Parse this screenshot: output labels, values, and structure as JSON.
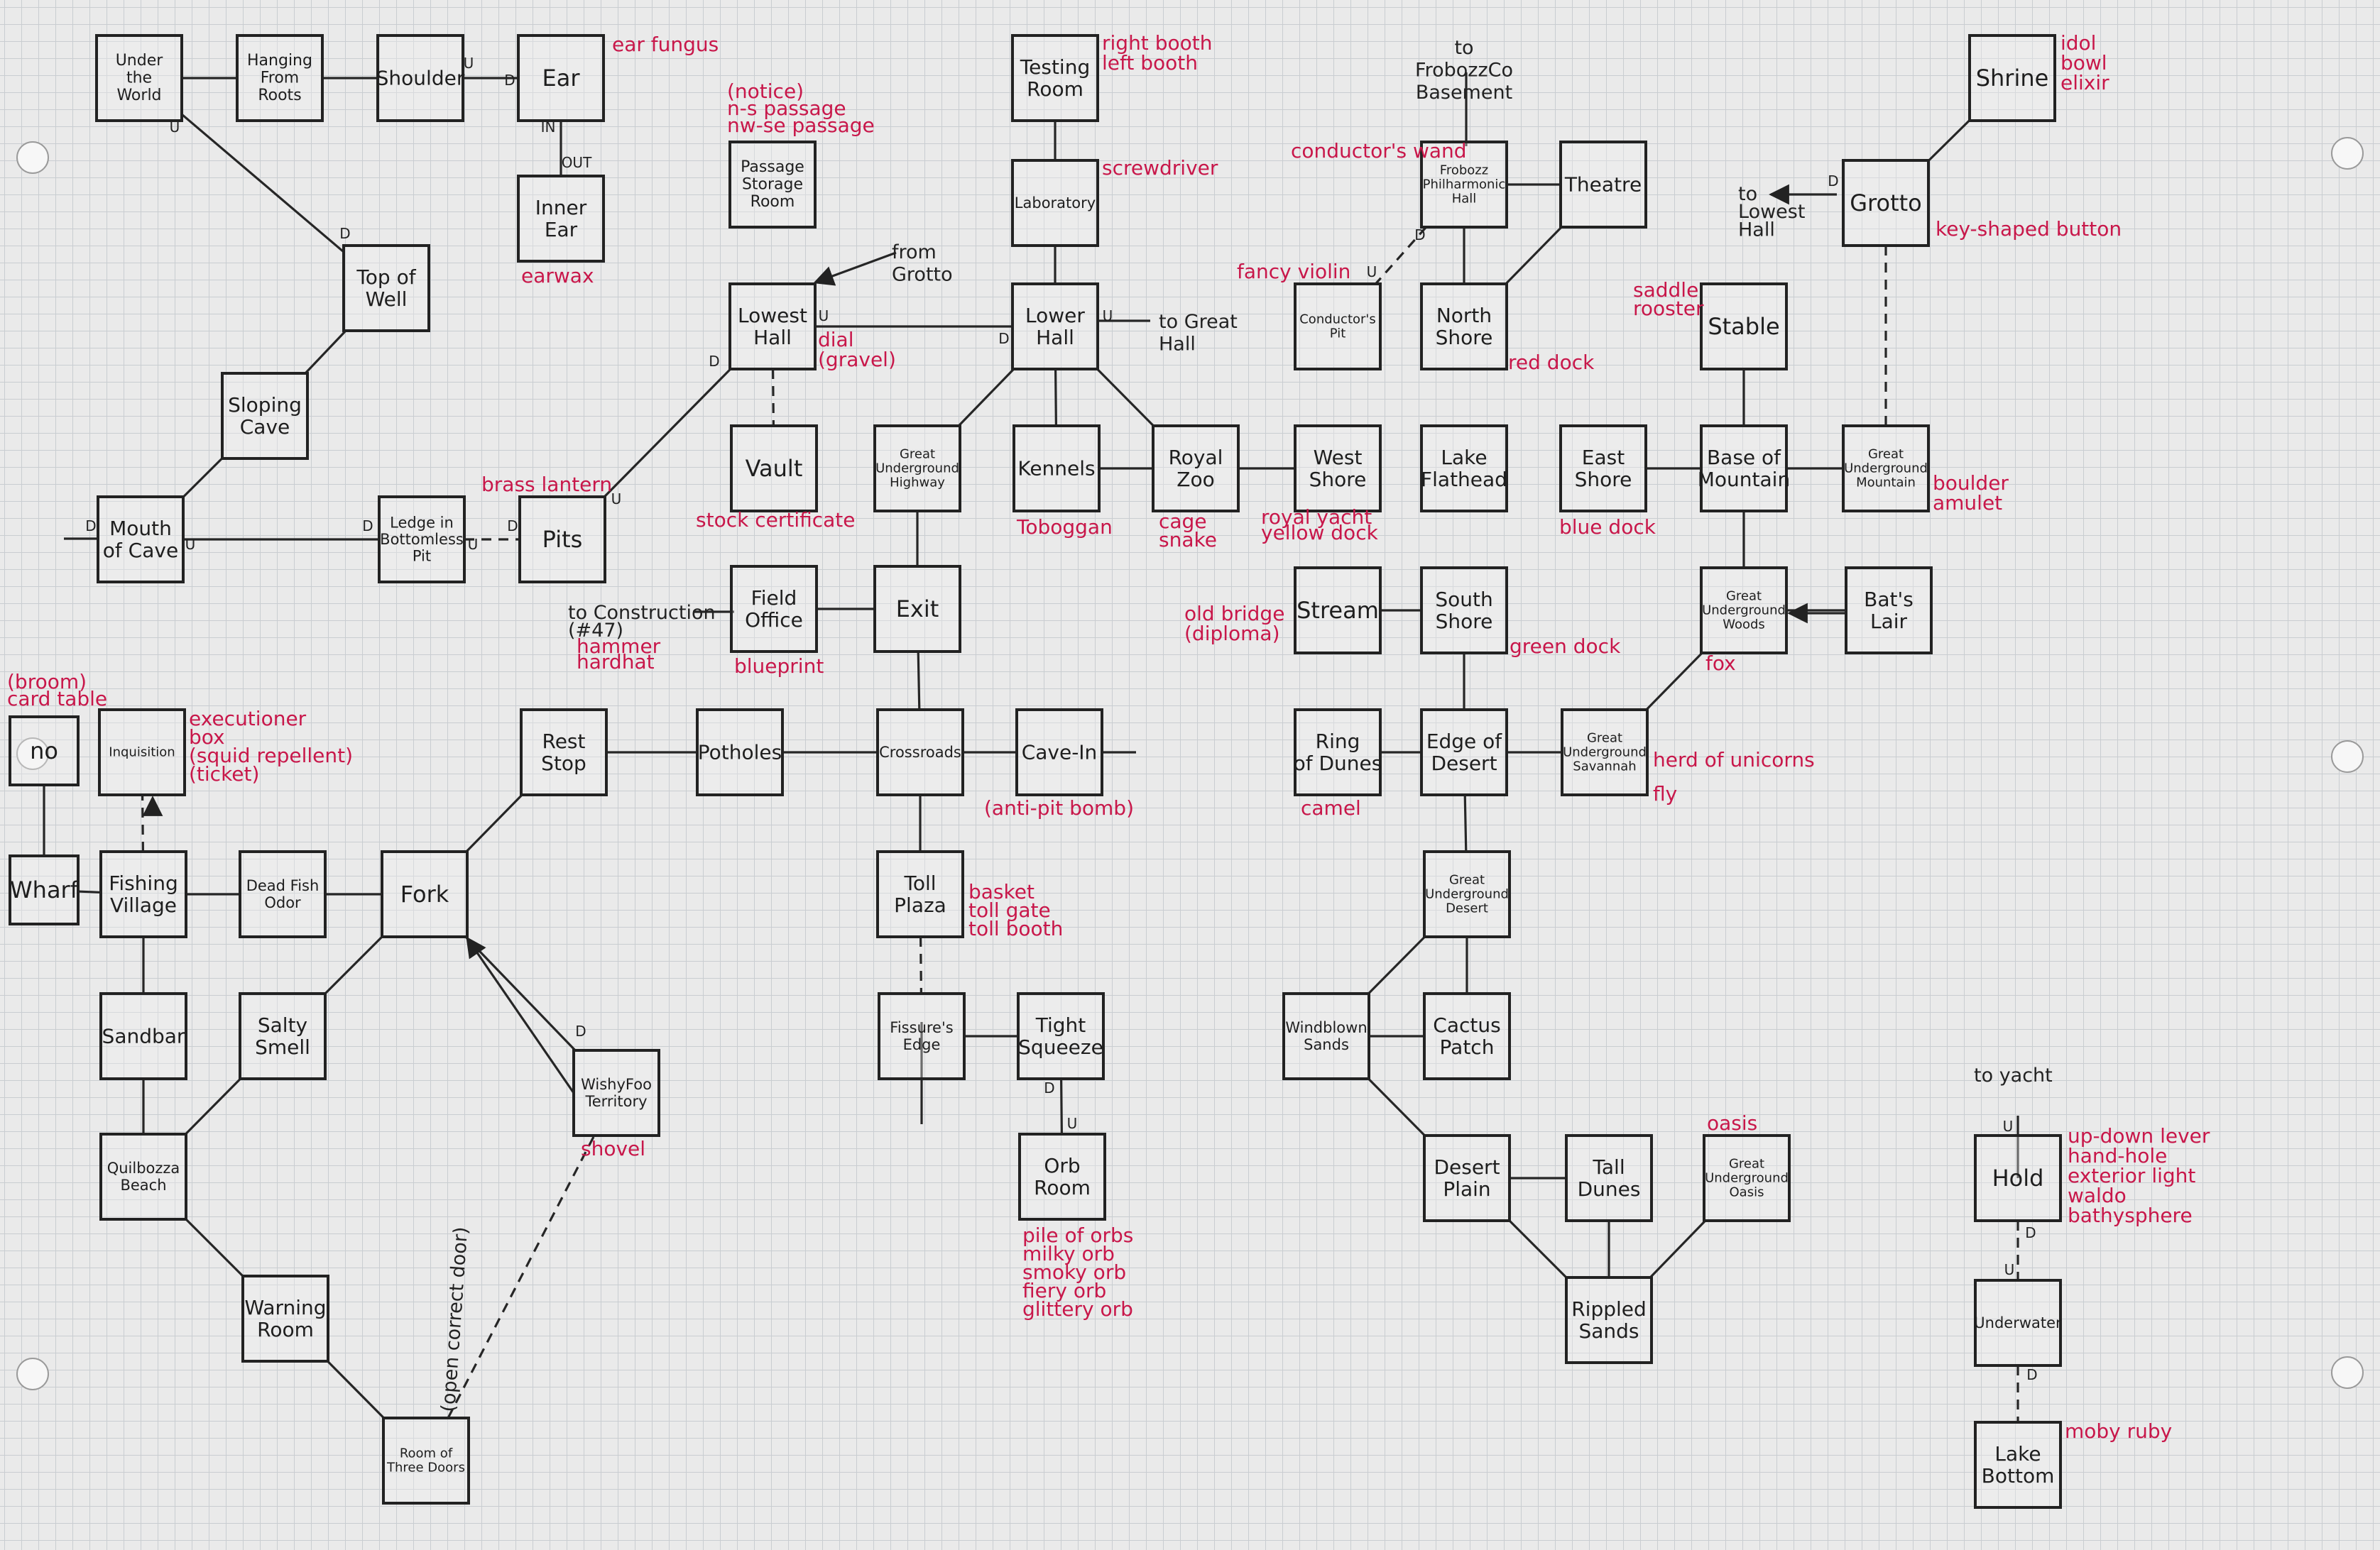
{
  "rooms": [
    {
      "id": "under-the-world",
      "lines": [
        "Under",
        "the",
        "World"
      ]
    },
    {
      "id": "hanging-from-roots",
      "lines": [
        "Hanging",
        "From",
        "Roots"
      ]
    },
    {
      "id": "shoulder",
      "lines": [
        "Shoulder"
      ]
    },
    {
      "id": "ear",
      "lines": [
        "Ear"
      ]
    },
    {
      "id": "inner-ear",
      "lines": [
        "Inner",
        "Ear"
      ]
    },
    {
      "id": "top-of-well",
      "lines": [
        "Top of",
        "Well"
      ]
    },
    {
      "id": "sloping-cave",
      "lines": [
        "Sloping",
        "Cave"
      ]
    },
    {
      "id": "mouth-of-cave",
      "lines": [
        "Mouth",
        "of Cave"
      ]
    },
    {
      "id": "ledge-in-bottomless-pit",
      "lines": [
        "Ledge in",
        "Bottomless",
        "Pit"
      ]
    },
    {
      "id": "pits",
      "lines": [
        "Pits"
      ]
    },
    {
      "id": "passage-storage-room",
      "lines": [
        "Passage",
        "Storage",
        "Room"
      ]
    },
    {
      "id": "lowest-hall",
      "lines": [
        "Lowest",
        "Hall"
      ]
    },
    {
      "id": "vault",
      "lines": [
        "Vault"
      ]
    },
    {
      "id": "field-office",
      "lines": [
        "Field",
        "Office"
      ]
    },
    {
      "id": "testing-room",
      "lines": [
        "Testing",
        "Room"
      ]
    },
    {
      "id": "laboratory",
      "lines": [
        "Laboratory"
      ]
    },
    {
      "id": "lower-hall",
      "lines": [
        "Lower",
        "Hall"
      ]
    },
    {
      "id": "great-underground-highway",
      "lines": [
        "Great",
        "Underground",
        "Highway"
      ]
    },
    {
      "id": "kennels",
      "lines": [
        "Kennels"
      ]
    },
    {
      "id": "royal-zoo",
      "lines": [
        "Royal",
        "Zoo"
      ]
    },
    {
      "id": "exit",
      "lines": [
        "Exit"
      ]
    },
    {
      "id": "crossroads",
      "lines": [
        "Crossroads"
      ]
    },
    {
      "id": "cave-in",
      "lines": [
        "Cave-In"
      ]
    },
    {
      "id": "toll-plaza",
      "lines": [
        "Toll",
        "Plaza"
      ]
    },
    {
      "id": "fissures-edge",
      "lines": [
        "Fissure's",
        "Edge"
      ]
    },
    {
      "id": "tight-squeeze",
      "lines": [
        "Tight",
        "Squeeze"
      ]
    },
    {
      "id": "orb-room",
      "lines": [
        "Orb",
        "Room"
      ]
    },
    {
      "id": "potholes",
      "lines": [
        "Potholes"
      ]
    },
    {
      "id": "rest-stop",
      "lines": [
        "Rest",
        "Stop"
      ]
    },
    {
      "id": "fork",
      "lines": [
        "Fork"
      ]
    },
    {
      "id": "wishyfoo-territory",
      "lines": [
        "WishyFoo",
        "Territory"
      ]
    },
    {
      "id": "room-of-three-doors",
      "lines": [
        "Room of",
        "Three Doors"
      ]
    },
    {
      "id": "no",
      "lines": [
        "no"
      ]
    },
    {
      "id": "inquisition",
      "lines": [
        "Inquisition"
      ]
    },
    {
      "id": "wharf",
      "lines": [
        "Wharf"
      ]
    },
    {
      "id": "fishing-village",
      "lines": [
        "Fishing",
        "Village"
      ]
    },
    {
      "id": "dead-fish-odor",
      "lines": [
        "Dead Fish",
        "Odor"
      ]
    },
    {
      "id": "sandbar",
      "lines": [
        "Sandbar"
      ]
    },
    {
      "id": "salty-smell",
      "lines": [
        "Salty",
        "Smell"
      ]
    },
    {
      "id": "quilbozza-beach",
      "lines": [
        "Quilbozza",
        "Beach"
      ]
    },
    {
      "id": "warning-room",
      "lines": [
        "Warning",
        "Room"
      ]
    },
    {
      "id": "frobozz-philharmonic-hall",
      "lines": [
        "Frobozz",
        "Philharmonic",
        "Hall"
      ]
    },
    {
      "id": "theatre",
      "lines": [
        "Theatre"
      ]
    },
    {
      "id": "conductors-pit",
      "lines": [
        "Conductor's",
        "Pit"
      ]
    },
    {
      "id": "north-shore",
      "lines": [
        "North",
        "Shore"
      ]
    },
    {
      "id": "west-shore",
      "lines": [
        "West",
        "Shore"
      ]
    },
    {
      "id": "lake-flathead",
      "lines": [
        "Lake",
        "Flathead"
      ]
    },
    {
      "id": "east-shore",
      "lines": [
        "East",
        "Shore"
      ]
    },
    {
      "id": "stream",
      "lines": [
        "Stream"
      ]
    },
    {
      "id": "south-shore",
      "lines": [
        "South",
        "Shore"
      ]
    },
    {
      "id": "ring-of-dunes",
      "lines": [
        "Ring",
        "of Dunes"
      ]
    },
    {
      "id": "edge-of-desert",
      "lines": [
        "Edge of",
        "Desert"
      ]
    },
    {
      "id": "great-underground-savannah",
      "lines": [
        "Great",
        "Underground",
        "Savannah"
      ]
    },
    {
      "id": "great-underground-desert",
      "lines": [
        "Great",
        "Underground",
        "Desert"
      ]
    },
    {
      "id": "windblown-sands",
      "lines": [
        "Windblown",
        "Sands"
      ]
    },
    {
      "id": "cactus-patch",
      "lines": [
        "Cactus",
        "Patch"
      ]
    },
    {
      "id": "desert-plain",
      "lines": [
        "Desert",
        "Plain"
      ]
    },
    {
      "id": "tall-dunes",
      "lines": [
        "Tall",
        "Dunes"
      ]
    },
    {
      "id": "great-underground-oasis",
      "lines": [
        "Great",
        "Underground",
        "Oasis"
      ]
    },
    {
      "id": "rippled-sands",
      "lines": [
        "Rippled",
        "Sands"
      ]
    },
    {
      "id": "shrine",
      "lines": [
        "Shrine"
      ]
    },
    {
      "id": "grotto",
      "lines": [
        "Grotto"
      ]
    },
    {
      "id": "stable",
      "lines": [
        "Stable"
      ]
    },
    {
      "id": "base-of-mountain",
      "lines": [
        "Base of",
        "Mountain"
      ]
    },
    {
      "id": "great-underground-mountain",
      "lines": [
        "Great",
        "Underground",
        "Mountain"
      ]
    },
    {
      "id": "great-underground-woods",
      "lines": [
        "Great",
        "Underground",
        "Woods"
      ]
    },
    {
      "id": "bats-lair",
      "lines": [
        "Bat's",
        "Lair"
      ]
    },
    {
      "id": "hold",
      "lines": [
        "Hold"
      ]
    },
    {
      "id": "underwater",
      "lines": [
        "Underwater"
      ]
    },
    {
      "id": "lake-bottom",
      "lines": [
        "Lake",
        "Bottom"
      ]
    }
  ],
  "connections": [
    {
      "from": "under-the-world",
      "to": "hanging-from-roots",
      "style": "solid"
    },
    {
      "from": "hanging-from-roots",
      "to": "shoulder",
      "style": "solid"
    },
    {
      "from": "shoulder",
      "to": "ear",
      "style": "solid"
    },
    {
      "from": "ear",
      "to": "inner-ear",
      "style": "solid"
    },
    {
      "from": "under-the-world",
      "to": "top-of-well",
      "style": "solid"
    },
    {
      "from": "top-of-well",
      "to": "sloping-cave",
      "style": "solid"
    },
    {
      "from": "sloping-cave",
      "to": "mouth-of-cave",
      "style": "solid"
    },
    {
      "from": "mouth-of-cave",
      "to": "ledge-in-bottomless-pit",
      "style": "solid"
    },
    {
      "from": "ledge-in-bottomless-pit",
      "to": "pits",
      "style": "dashed"
    },
    {
      "from": "pits",
      "to": "lowest-hall",
      "style": "solid"
    },
    {
      "from": "lowest-hall",
      "to": "vault",
      "style": "dashed"
    },
    {
      "from": "lowest-hall",
      "to": "lower-hall",
      "style": "solid"
    },
    {
      "from": "testing-room",
      "to": "laboratory",
      "style": "solid"
    },
    {
      "from": "laboratory",
      "to": "lower-hall",
      "style": "solid"
    },
    {
      "from": "lower-hall",
      "to": "great-underground-highway",
      "style": "solid"
    },
    {
      "from": "lower-hall",
      "to": "kennels",
      "style": "solid"
    },
    {
      "from": "lower-hall",
      "to": "royal-zoo",
      "style": "solid"
    },
    {
      "from": "kennels",
      "to": "royal-zoo",
      "style": "solid"
    },
    {
      "from": "royal-zoo",
      "to": "west-shore",
      "style": "solid"
    },
    {
      "from": "great-underground-highway",
      "to": "exit",
      "style": "solid"
    },
    {
      "from": "field-office",
      "to": "exit",
      "style": "solid"
    },
    {
      "from": "exit",
      "to": "crossroads",
      "style": "solid"
    },
    {
      "from": "crossroads",
      "to": "cave-in",
      "style": "solid"
    },
    {
      "from": "potholes",
      "to": "crossroads",
      "style": "solid"
    },
    {
      "from": "rest-stop",
      "to": "potholes",
      "style": "solid"
    },
    {
      "from": "crossroads",
      "to": "toll-plaza",
      "style": "solid"
    },
    {
      "from": "toll-plaza",
      "to": "fissures-edge",
      "style": "dashed"
    },
    {
      "from": "fissures-edge",
      "to": "tight-squeeze",
      "style": "solid"
    },
    {
      "from": "tight-squeeze",
      "to": "orb-room",
      "style": "solid"
    },
    {
      "from": "rest-stop",
      "to": "fork",
      "style": "solid"
    },
    {
      "from": "fork",
      "to": "dead-fish-odor",
      "style": "solid"
    },
    {
      "from": "dead-fish-odor",
      "to": "fishing-village",
      "style": "solid"
    },
    {
      "from": "fork",
      "to": "salty-smell",
      "style": "solid"
    },
    {
      "from": "wishyfoo-territory",
      "to": "fork",
      "style": "solid"
    },
    {
      "from": "room-of-three-doors",
      "to": "wishyfoo-territory",
      "style": "dashed"
    },
    {
      "from": "wharf",
      "to": "fishing-village",
      "style": "solid"
    },
    {
      "from": "no",
      "to": "wharf",
      "style": "solid"
    },
    {
      "from": "fishing-village",
      "to": "inquisition",
      "style": "dashed"
    },
    {
      "from": "fishing-village",
      "to": "sandbar",
      "style": "solid"
    },
    {
      "from": "sandbar",
      "to": "quilbozza-beach",
      "style": "solid"
    },
    {
      "from": "salty-smell",
      "to": "quilbozza-beach",
      "style": "solid"
    },
    {
      "from": "quilbozza-beach",
      "to": "warning-room",
      "style": "solid"
    },
    {
      "from": "warning-room",
      "to": "room-of-three-doors",
      "style": "solid"
    },
    {
      "from": "frobozz-philharmonic-hall",
      "to": "theatre",
      "style": "solid"
    },
    {
      "from": "frobozz-philharmonic-hall",
      "to": "north-shore",
      "style": "solid"
    },
    {
      "from": "theatre",
      "to": "north-shore",
      "style": "solid"
    },
    {
      "from": "frobozz-philharmonic-hall",
      "to": "conductors-pit",
      "style": "dashed"
    },
    {
      "from": "east-shore",
      "to": "base-of-mountain",
      "style": "solid"
    },
    {
      "from": "stream",
      "to": "south-shore",
      "style": "solid"
    },
    {
      "from": "south-shore",
      "to": "edge-of-desert",
      "style": "solid"
    },
    {
      "from": "ring-of-dunes",
      "to": "edge-of-desert",
      "style": "solid"
    },
    {
      "from": "edge-of-desert",
      "to": "great-underground-savannah",
      "style": "solid"
    },
    {
      "from": "great-underground-savannah",
      "to": "great-underground-woods",
      "style": "solid"
    },
    {
      "from": "edge-of-desert",
      "to": "great-underground-desert",
      "style": "solid"
    },
    {
      "from": "great-underground-desert",
      "to": "windblown-sands",
      "style": "solid"
    },
    {
      "from": "great-underground-desert",
      "to": "cactus-patch",
      "style": "solid"
    },
    {
      "from": "windblown-sands",
      "to": "cactus-patch",
      "style": "solid"
    },
    {
      "from": "windblown-sands",
      "to": "desert-plain",
      "style": "solid"
    },
    {
      "from": "desert-plain",
      "to": "tall-dunes",
      "style": "solid"
    },
    {
      "from": "desert-plain",
      "to": "rippled-sands",
      "style": "solid"
    },
    {
      "from": "tall-dunes",
      "to": "rippled-sands",
      "style": "solid"
    },
    {
      "from": "great-underground-oasis",
      "to": "rippled-sands",
      "style": "solid"
    },
    {
      "from": "shrine",
      "to": "grotto",
      "style": "solid"
    },
    {
      "from": "grotto",
      "to": "great-underground-mountain",
      "style": "dashed"
    },
    {
      "from": "stable",
      "to": "base-of-mountain",
      "style": "solid"
    },
    {
      "from": "base-of-mountain",
      "to": "great-underground-mountain",
      "style": "solid"
    },
    {
      "from": "base-of-mountain",
      "to": "great-underground-woods",
      "style": "solid"
    },
    {
      "from": "bats-lair",
      "to": "great-underground-woods",
      "style": "solid"
    },
    {
      "from": "hold",
      "to": "underwater",
      "style": "dashed"
    },
    {
      "from": "underwater",
      "to": "lake-bottom",
      "style": "dashed"
    }
  ],
  "direction_labels": [
    {
      "id": "under-u",
      "text": "U"
    },
    {
      "id": "shoulder-u",
      "text": "U"
    },
    {
      "id": "ear-d",
      "text": "D"
    },
    {
      "id": "ear-in",
      "text": "IN"
    },
    {
      "id": "innerear-out",
      "text": "OUT"
    },
    {
      "id": "well-d",
      "text": "D"
    },
    {
      "id": "mouth-u",
      "text": "U"
    },
    {
      "id": "ledge-d",
      "text": "D"
    },
    {
      "id": "ledge-u",
      "text": "U"
    },
    {
      "id": "pits-d",
      "text": "D"
    },
    {
      "id": "pits-u",
      "text": "U"
    },
    {
      "id": "lowest-d",
      "text": "D"
    },
    {
      "id": "lowest-u",
      "text": "U"
    },
    {
      "id": "lower-d",
      "text": "D"
    },
    {
      "id": "lower-u",
      "text": "U"
    },
    {
      "id": "wishy-d",
      "text": "D"
    },
    {
      "id": "squeeze-d",
      "text": "D"
    },
    {
      "id": "orb-u",
      "text": "U"
    },
    {
      "id": "cond-u",
      "text": "U"
    },
    {
      "id": "phil-d",
      "text": "D"
    },
    {
      "id": "grotto-d",
      "text": "D"
    },
    {
      "id": "hold-u",
      "text": "U"
    },
    {
      "id": "hold-d",
      "text": "D"
    },
    {
      "id": "underwater-u",
      "text": "U"
    },
    {
      "id": "underwater-d",
      "text": "D"
    },
    {
      "id": "mouth-left-d",
      "text": "D"
    }
  ],
  "pencil_notes": [
    {
      "id": "from-grotto",
      "lines": [
        "from",
        "Grotto"
      ]
    },
    {
      "id": "to-great-hall",
      "lines": [
        "to Great",
        "Hall"
      ]
    },
    {
      "id": "to-frobozzco",
      "lines": [
        "to",
        "FrobozzCo",
        "Basement"
      ]
    },
    {
      "id": "to-lowest-hall",
      "lines": [
        "to",
        "Lowest",
        "Hall"
      ]
    },
    {
      "id": "to-construction",
      "lines": [
        "to Construction",
        "(#47)"
      ]
    },
    {
      "id": "to-yacht",
      "lines": [
        "to yacht"
      ]
    },
    {
      "id": "open-correct-door",
      "lines": [
        "(open correct door)"
      ]
    }
  ],
  "item_notes": [
    {
      "id": "ear-fungus",
      "lines": [
        "ear fungus"
      ]
    },
    {
      "id": "earwax",
      "lines": [
        "earwax"
      ]
    },
    {
      "id": "notice",
      "lines": [
        "(notice)",
        "n-s passage",
        "nw-se passage"
      ]
    },
    {
      "id": "right-left-booth",
      "lines": [
        "right booth",
        "left booth"
      ]
    },
    {
      "id": "screwdriver",
      "lines": [
        "screwdriver"
      ]
    },
    {
      "id": "dial-gravel",
      "lines": [
        "dial",
        "(gravel)"
      ]
    },
    {
      "id": "brass-lantern",
      "lines": [
        "brass lantern"
      ]
    },
    {
      "id": "stock-certificate",
      "lines": [
        "stock certificate"
      ]
    },
    {
      "id": "toboggan",
      "lines": [
        "Toboggan"
      ]
    },
    {
      "id": "cage-snake",
      "lines": [
        "cage",
        "snake"
      ]
    },
    {
      "id": "royal-yacht",
      "lines": [
        "royal yacht",
        "yellow dock"
      ]
    },
    {
      "id": "hammer-hardhat",
      "lines": [
        "hammer",
        "hardhat"
      ]
    },
    {
      "id": "blueprint",
      "lines": [
        "blueprint"
      ]
    },
    {
      "id": "broom-card-table",
      "lines": [
        "(broom)",
        "card table"
      ]
    },
    {
      "id": "executioner",
      "lines": [
        "executioner",
        "box",
        "(squid repellent)",
        "(ticket)"
      ]
    },
    {
      "id": "anti-pit-bomb",
      "lines": [
        "(anti-pit bomb)"
      ]
    },
    {
      "id": "basket-toll",
      "lines": [
        "basket",
        "toll gate",
        "toll booth"
      ]
    },
    {
      "id": "orbs",
      "lines": [
        "pile of orbs",
        "milky orb",
        "smoky orb",
        "fiery orb",
        "glittery orb"
      ]
    },
    {
      "id": "shovel",
      "lines": [
        "shovel"
      ]
    },
    {
      "id": "conductors-wand",
      "lines": [
        "conductor's wand"
      ]
    },
    {
      "id": "fancy-violin",
      "lines": [
        "fancy violin"
      ]
    },
    {
      "id": "red-dock",
      "lines": [
        "red dock"
      ]
    },
    {
      "id": "blue-dock",
      "lines": [
        "blue dock"
      ]
    },
    {
      "id": "old-bridge",
      "lines": [
        "old bridge",
        "(diploma)"
      ]
    },
    {
      "id": "green-dock",
      "lines": [
        "green dock"
      ]
    },
    {
      "id": "camel",
      "lines": [
        "camel"
      ]
    },
    {
      "id": "herd-of-unicorns",
      "lines": [
        "herd of unicorns"
      ]
    },
    {
      "id": "fly",
      "lines": [
        "fly"
      ]
    },
    {
      "id": "fox",
      "lines": [
        "fox"
      ]
    },
    {
      "id": "idol-bowl-elixir",
      "lines": [
        "idol",
        "bowl",
        "elixir"
      ]
    },
    {
      "id": "key-shaped-button",
      "lines": [
        "key-shaped button"
      ]
    },
    {
      "id": "saddle-rooster",
      "lines": [
        "saddle",
        "rooster"
      ]
    },
    {
      "id": "boulder-amulet",
      "lines": [
        "boulder",
        "amulet"
      ]
    },
    {
      "id": "oasis",
      "lines": [
        "oasis"
      ]
    },
    {
      "id": "hold-items",
      "lines": [
        "up-down lever",
        "hand-hole",
        "exterior light",
        "waldo",
        "bathysphere"
      ]
    },
    {
      "id": "moby-ruby",
      "lines": [
        "moby ruby"
      ]
    }
  ]
}
